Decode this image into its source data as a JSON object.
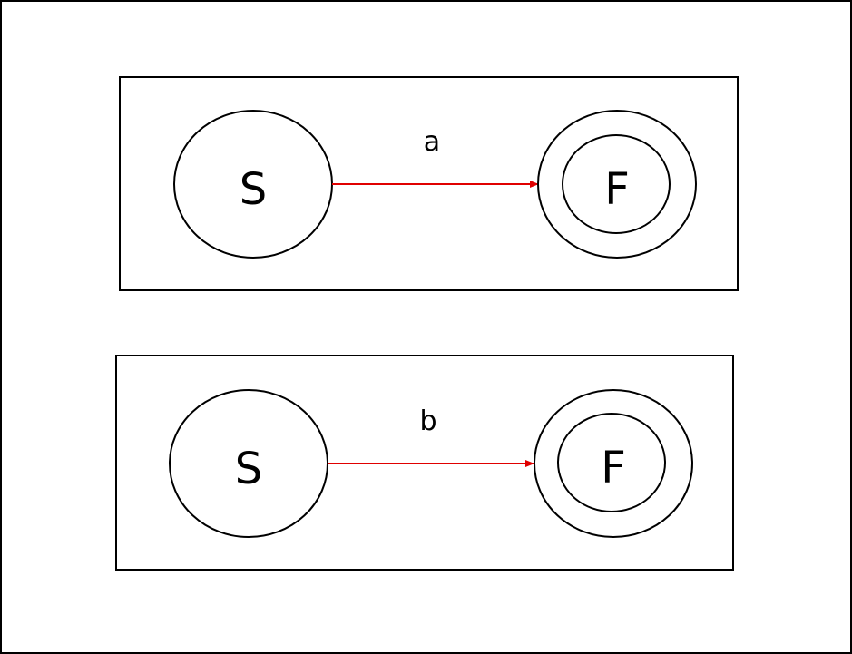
{
  "colors": {
    "background": "#ffffff",
    "stroke": "#000000",
    "edge": "#e00000"
  },
  "diagrams": [
    {
      "start_state": {
        "label": "S"
      },
      "final_state": {
        "label": "F"
      },
      "transition": {
        "label": "a"
      }
    },
    {
      "start_state": {
        "label": "S"
      },
      "final_state": {
        "label": "F"
      },
      "transition": {
        "label": "b"
      }
    }
  ]
}
